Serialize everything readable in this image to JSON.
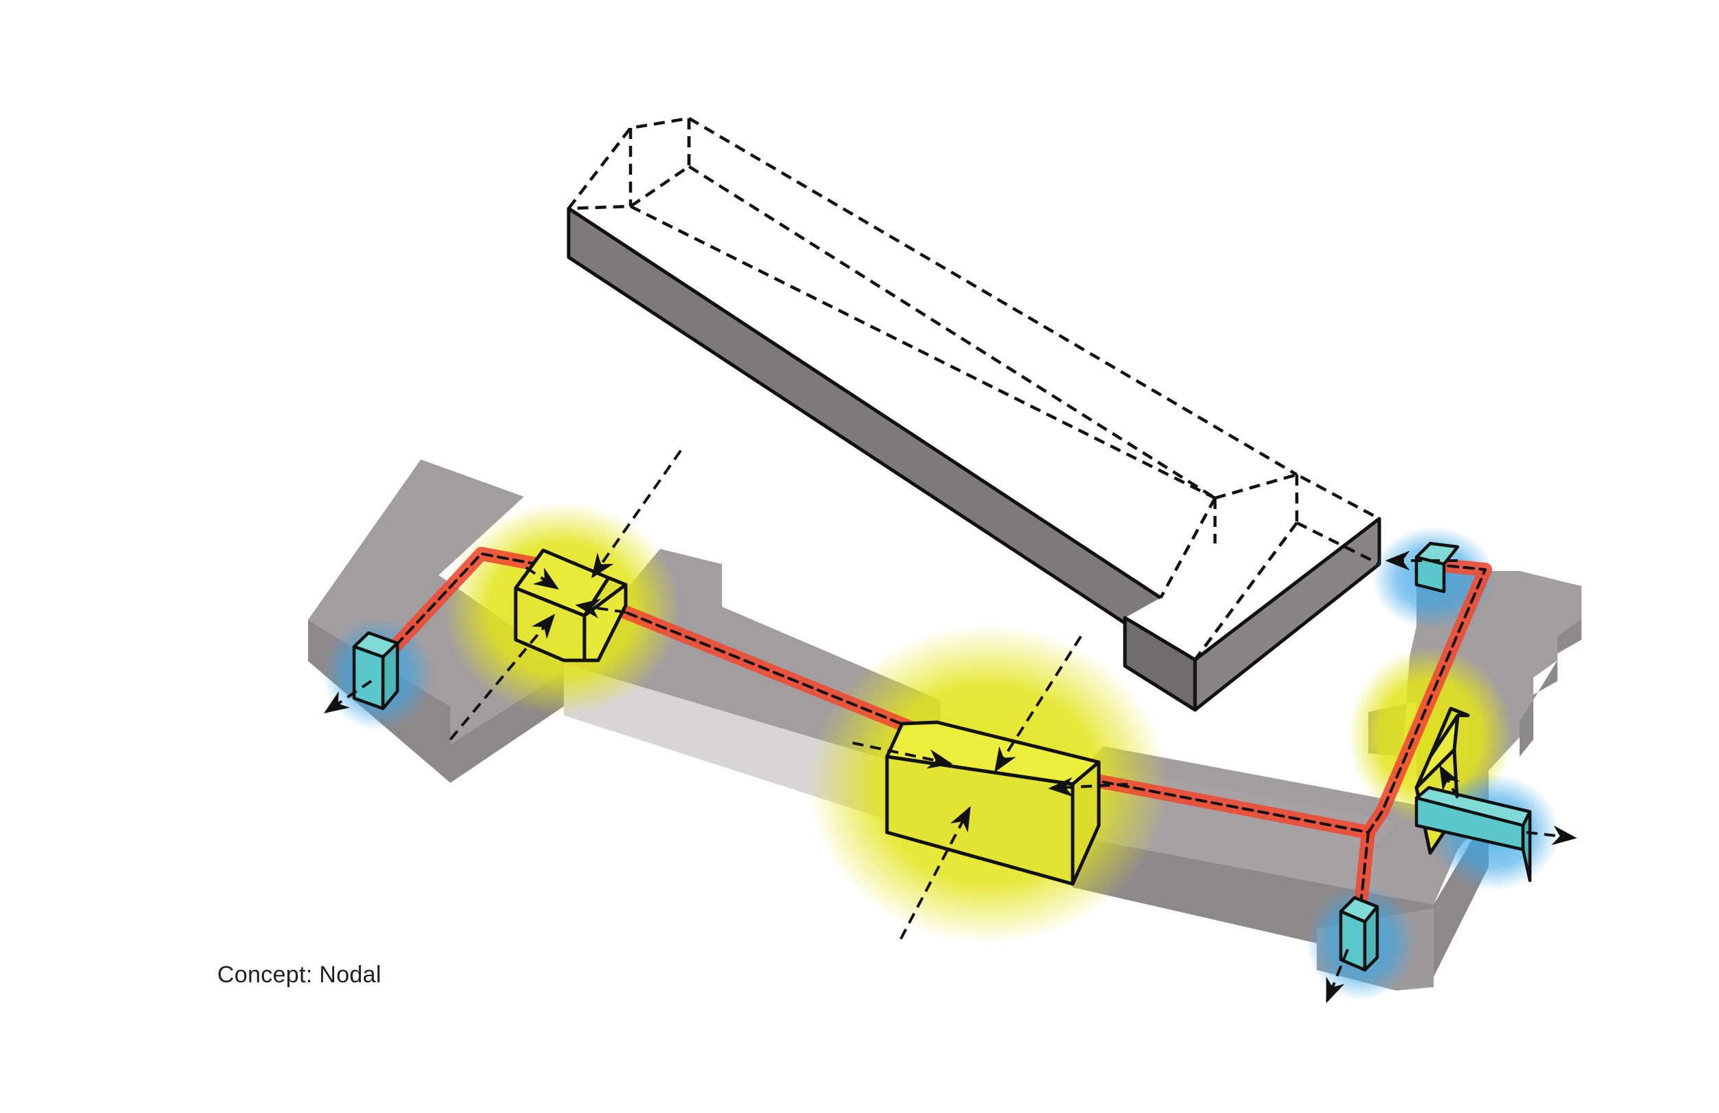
{
  "caption": "Concept: Nodal",
  "colors": {
    "background": "#ffffff",
    "building_mass": "#a29ea0",
    "building_mass_top": "#aaa6a8",
    "building_mass_side": "#8d898b",
    "existing_building_side": "#7c7a7b",
    "circulation_path": "#f04a33",
    "node_glow": "#e3e41a",
    "node_volume": "#eded3c",
    "entry_glow": "#3aa6e6",
    "entry_volume": "#63cfd2",
    "line": "#111111"
  },
  "legend_semantics": {
    "gray_volume": "building-mass",
    "dashed_outline": "existing-building-outline",
    "red_band": "circulation-spine",
    "yellow_volume": "node",
    "cyan_volume": "entry-point",
    "dashed_arrow": "movement-direction"
  }
}
